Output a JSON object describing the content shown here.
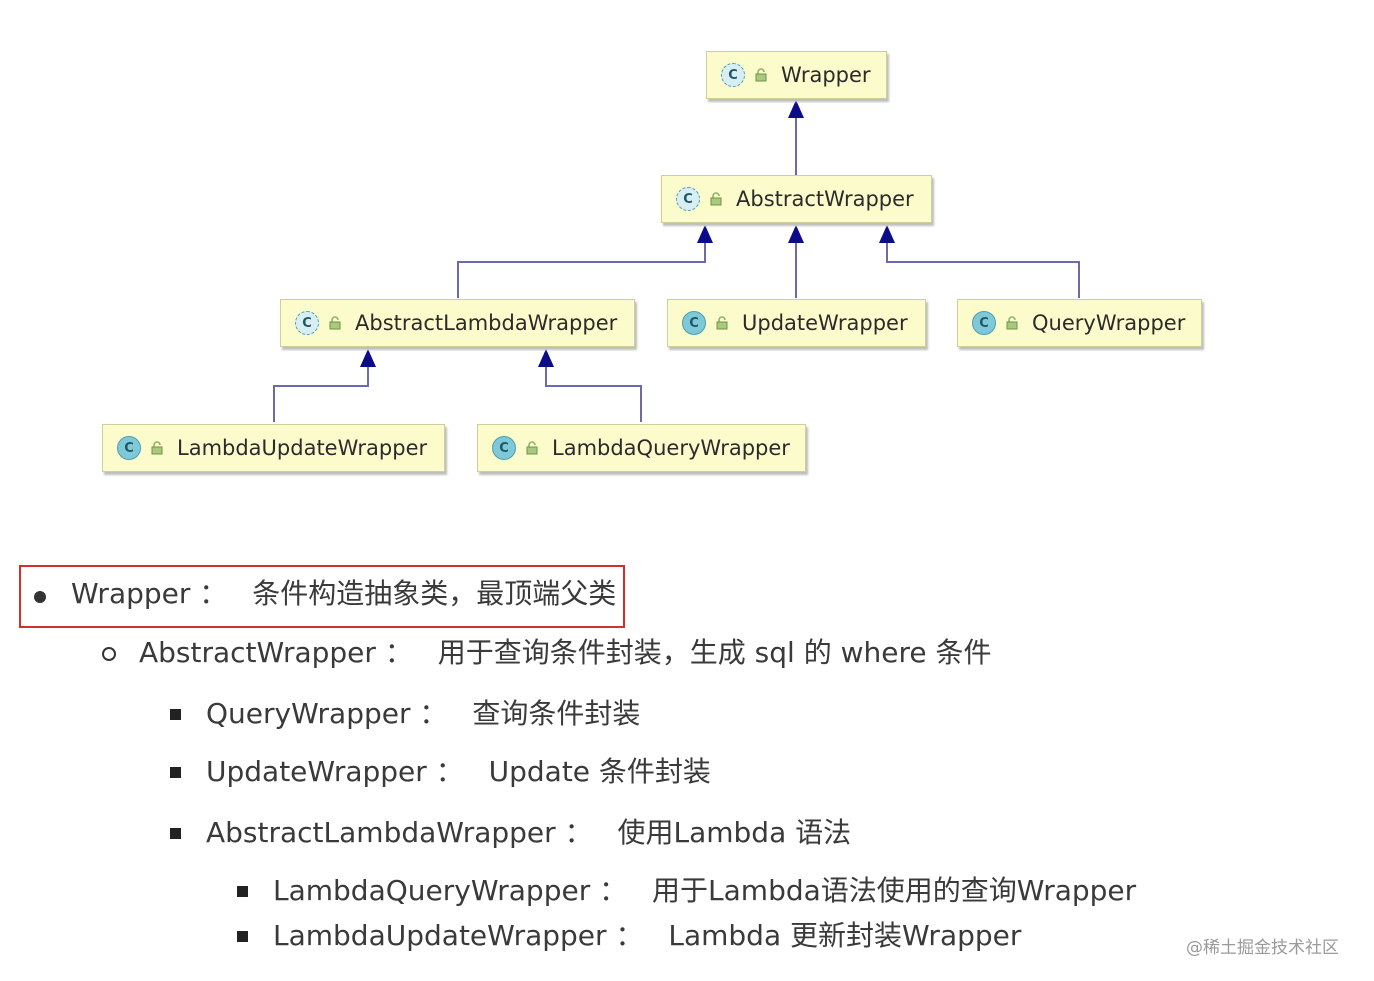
{
  "diagram": {
    "nodes": {
      "wrapper": "Wrapper",
      "abstract_wrapper": "AbstractWrapper",
      "abstract_lambda_wrapper": "AbstractLambdaWrapper",
      "update_wrapper": "UpdateWrapper",
      "query_wrapper": "QueryWrapper",
      "lambda_update_wrapper": "LambdaUpdateWrapper",
      "lambda_query_wrapper": "LambdaQueryWrapper"
    },
    "icon_letter": "C",
    "colors": {
      "node_fill": "#fbfbcc",
      "node_border": "#cfcf9a",
      "edge": "#6a6aac",
      "arrow": "#0c0c88",
      "class_icon": "#7fc8d8"
    }
  },
  "list": {
    "items": [
      {
        "name": "Wrapper",
        "sep": "：",
        "desc": "条件构造抽象类，最顶端父类"
      },
      {
        "name": "AbstractWrapper",
        "sep": "：",
        "desc": "用于查询条件封装，生成 sql 的 where 条件"
      },
      {
        "name": "QueryWrapper",
        "sep": "：",
        "desc": "查询条件封装"
      },
      {
        "name": "UpdateWrapper",
        "sep": "：",
        "desc": "Update 条件封装"
      },
      {
        "name": "AbstractLambdaWrapper",
        "sep": "：",
        "desc": "使用Lambda 语法"
      },
      {
        "name": "LambdaQueryWrapper",
        "sep": "：",
        "desc": "用于Lambda语法使用的查询Wrapper"
      },
      {
        "name": "LambdaUpdateWrapper",
        "sep": "：",
        "desc": "Lambda 更新封装Wrapper"
      }
    ],
    "highlight_color": "#d22f33"
  },
  "watermark": "@稀土掘金技术社区"
}
